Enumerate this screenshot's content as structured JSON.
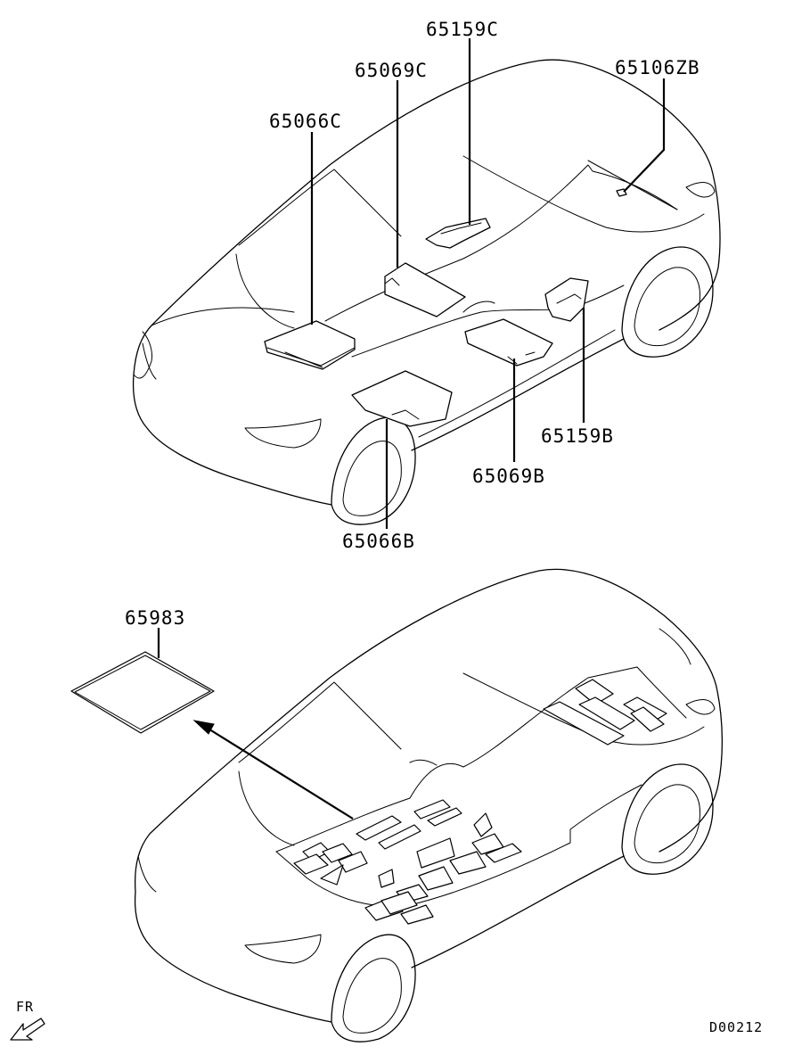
{
  "diagram": {
    "top_view": {
      "callouts": [
        {
          "id": "c1",
          "text": "65159C"
        },
        {
          "id": "c2",
          "text": "65069C"
        },
        {
          "id": "c3",
          "text": "65106ZB"
        },
        {
          "id": "c4",
          "text": "65066C"
        },
        {
          "id": "c5",
          "text": "65159B"
        },
        {
          "id": "c6",
          "text": "65069B"
        },
        {
          "id": "c7",
          "text": "65066B"
        }
      ]
    },
    "bottom_view": {
      "callouts": [
        {
          "id": "c8",
          "text": "65983"
        }
      ]
    },
    "direction_label": "FR",
    "drawing_code": "D00212"
  },
  "colors": {
    "line": "#000000",
    "background": "#ffffff"
  }
}
